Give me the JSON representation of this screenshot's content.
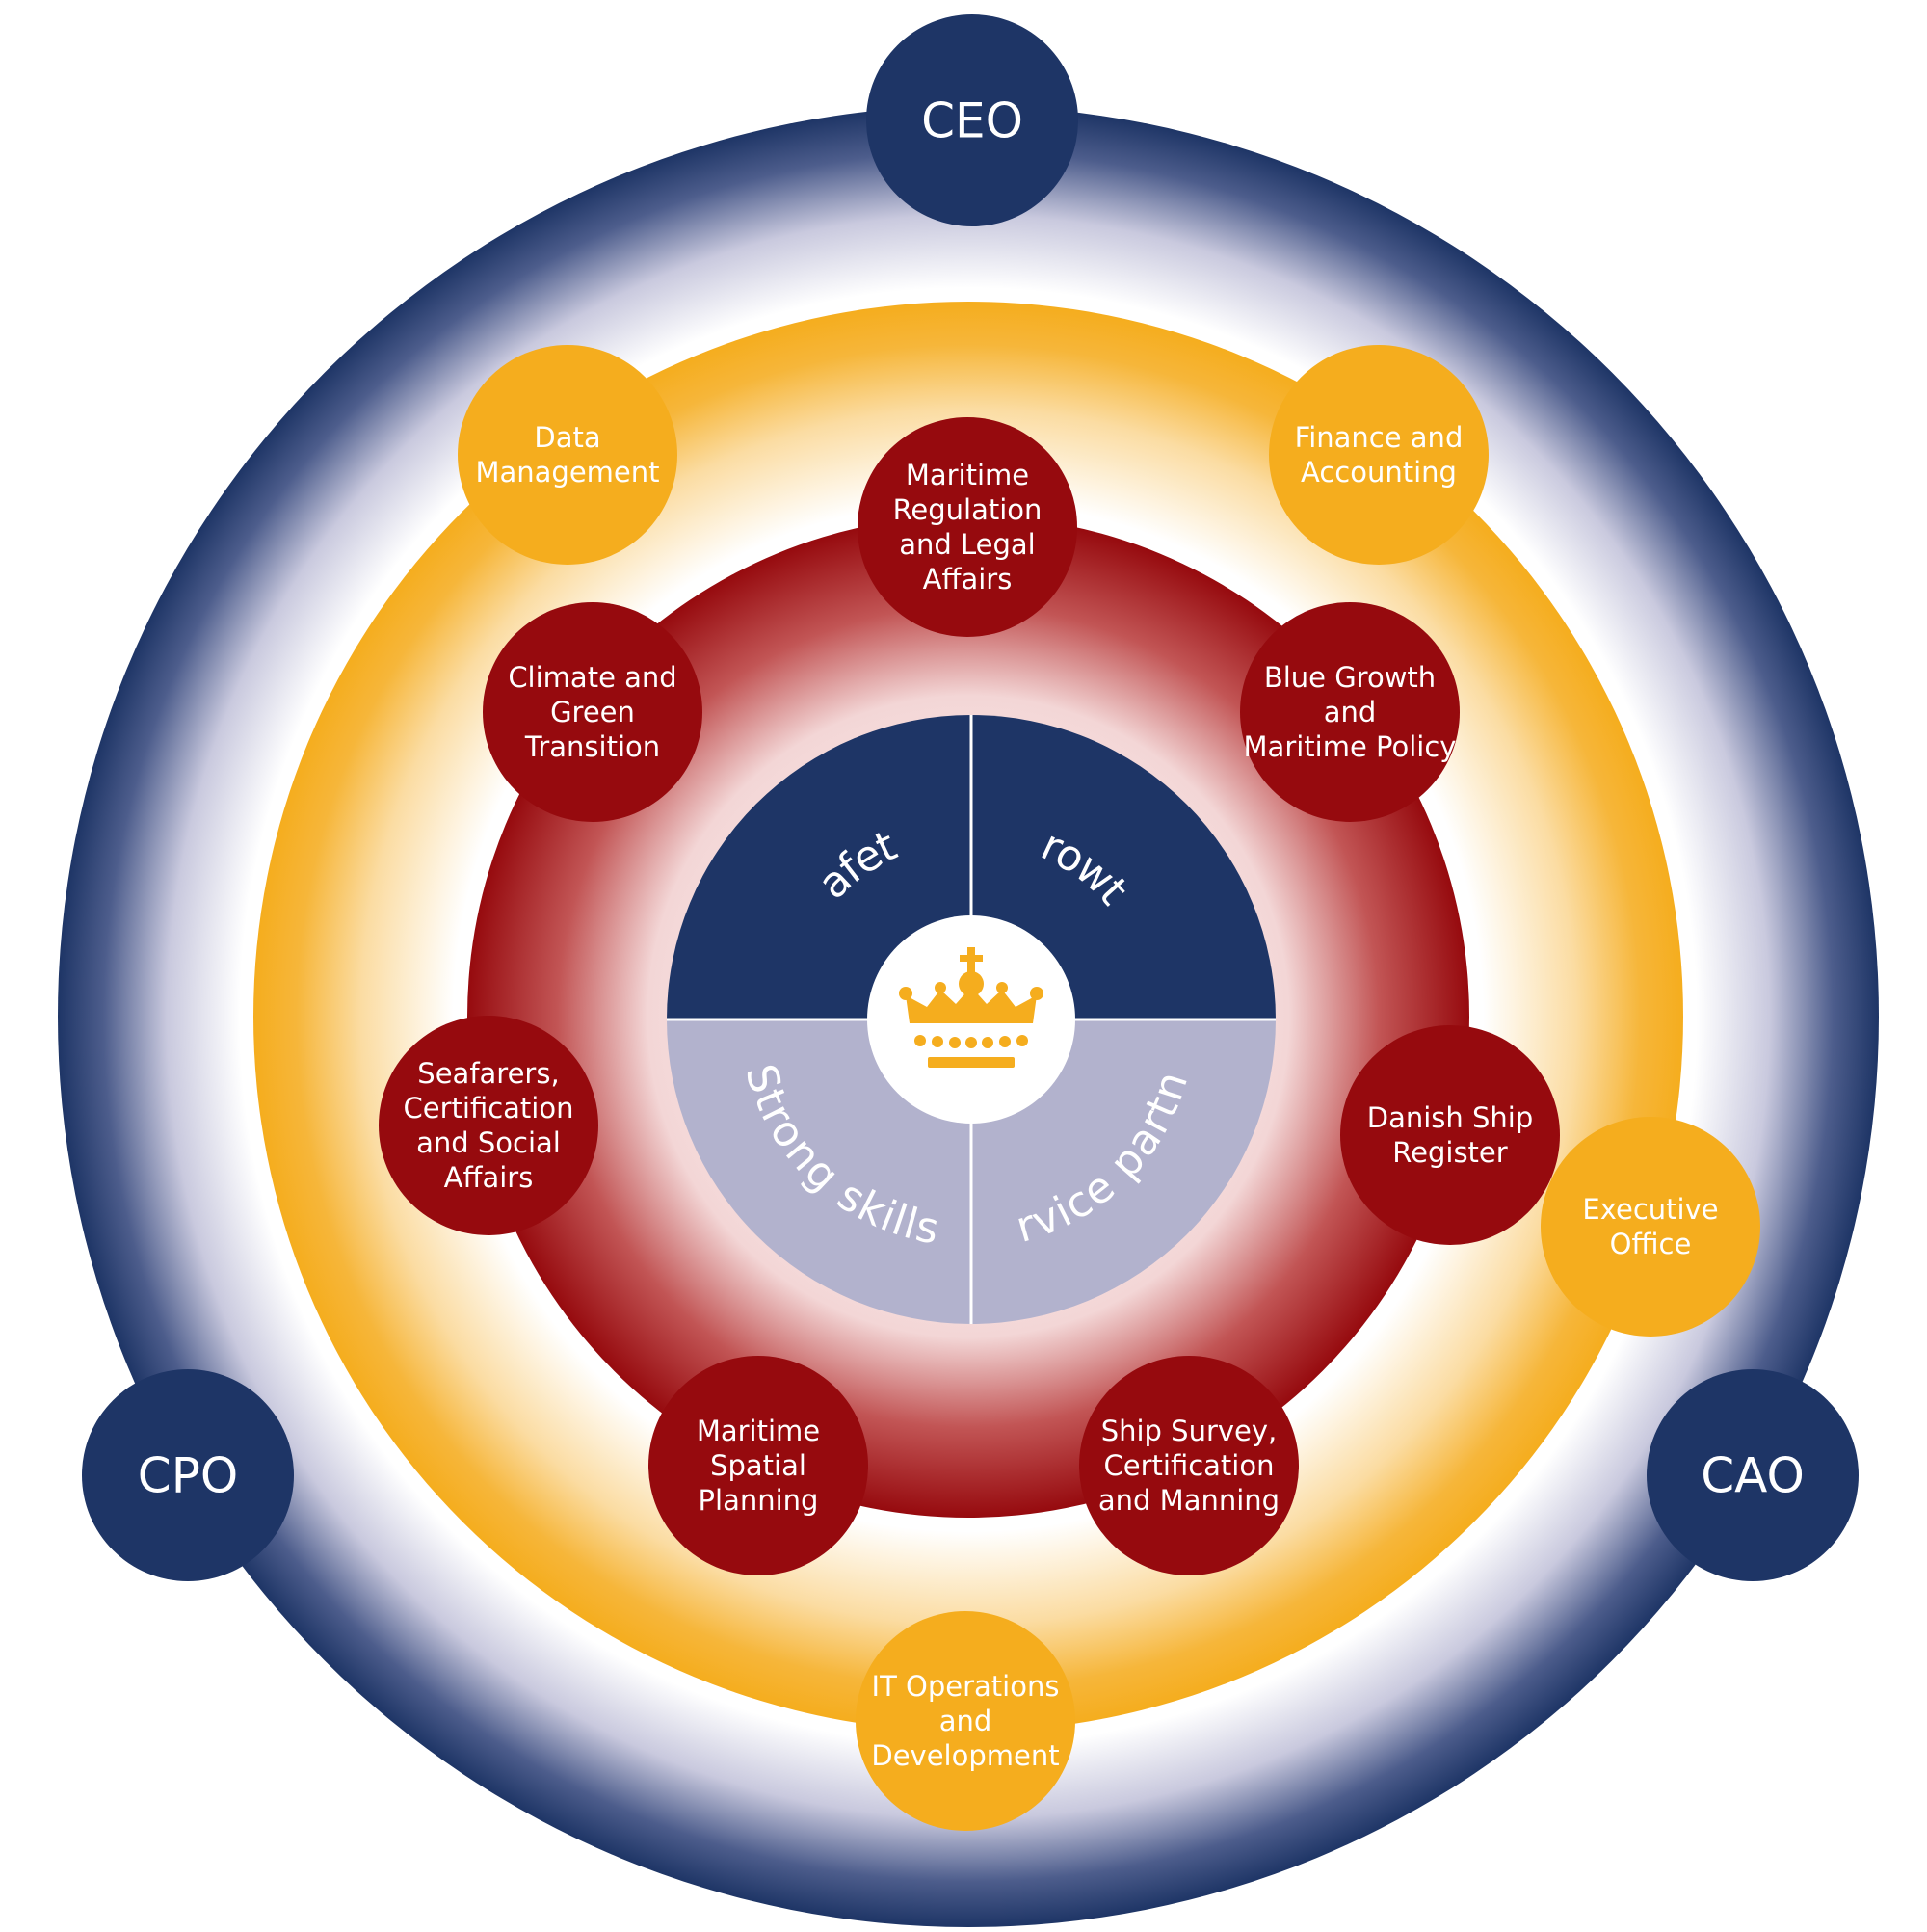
{
  "colors": {
    "navy": "#1e3566",
    "crimson": "#960a0e",
    "gold": "#f5ad1e",
    "lavender": "#b2b2cd",
    "white": "#ffffff"
  },
  "executives": [
    {
      "label": "CEO",
      "name": "ceo"
    },
    {
      "label": "CPO",
      "name": "cpo"
    },
    {
      "label": "CAO",
      "name": "cao"
    }
  ],
  "support_units": [
    {
      "name": "data-management",
      "lines": [
        "Data",
        "Management"
      ]
    },
    {
      "name": "finance-and-accounting",
      "lines": [
        "Finance and",
        "Accounting"
      ]
    },
    {
      "name": "executive-office",
      "lines": [
        "Executive",
        "Office"
      ]
    },
    {
      "name": "it-operations-and-development",
      "lines": [
        "IT Operations",
        "and",
        "Development"
      ]
    }
  ],
  "departments": [
    {
      "name": "maritime-regulation-and-legal-affairs",
      "lines": [
        "Maritime",
        "Regulation",
        "and Legal",
        "Affairs"
      ]
    },
    {
      "name": "blue-growth-and-maritime-policy",
      "lines": [
        "Blue Growth",
        "and",
        "Maritime Policy"
      ]
    },
    {
      "name": "danish-ship-register",
      "lines": [
        "Danish Ship",
        "Register"
      ]
    },
    {
      "name": "ship-survey-certification-and-manning",
      "lines": [
        "Ship Survey,",
        "Certification",
        "and Manning"
      ]
    },
    {
      "name": "maritime-spatial-planning",
      "lines": [
        "Maritime",
        "Spatial",
        "Planning"
      ]
    },
    {
      "name": "seafarers-certification-and-social-affairs",
      "lines": [
        "Seafarers,",
        "Certification",
        "and Social",
        "Affairs"
      ]
    },
    {
      "name": "climate-and-green-transition",
      "lines": [
        "Climate and",
        "Green",
        "Transition"
      ]
    }
  ],
  "core_values": [
    {
      "name": "safety",
      "label": "Safety"
    },
    {
      "name": "growth",
      "label": "Growth"
    },
    {
      "name": "strong-skills",
      "label": "Strong skills"
    },
    {
      "name": "service-partner",
      "label": "Service partner"
    }
  ],
  "center": {
    "icon": "crown-icon"
  }
}
